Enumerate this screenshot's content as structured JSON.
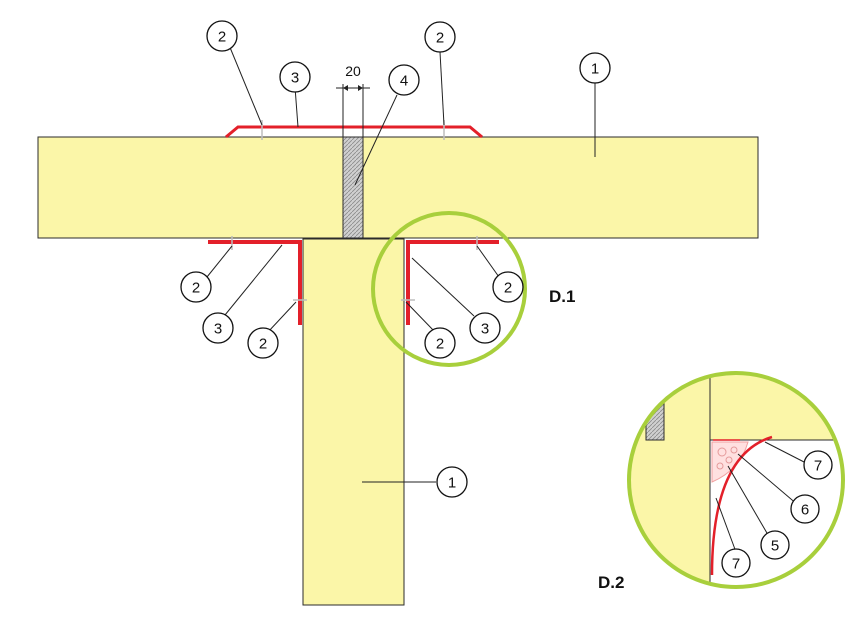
{
  "colors": {
    "panel_fill": "#fbf6a8",
    "outline": "#2b2b2b",
    "red_profile": "#e3202a",
    "gap_fill": "#c9c9c9",
    "highlight_ring": "#a8cf3c"
  },
  "dimension": {
    "value": "20"
  },
  "details": {
    "d1": "D.1",
    "d2": "D.2"
  },
  "callouts": {
    "top_left_2": "2",
    "top_3": "3",
    "top_4": "4",
    "top_right_2": "2",
    "top_far_1": "1",
    "left_2": "2",
    "left_3": "3",
    "left_lower_2": "2",
    "right_2": "2",
    "right_3": "3",
    "right_lower_2": "2",
    "column_1": "1",
    "zoom_7_top": "7",
    "zoom_6": "6",
    "zoom_5": "5",
    "zoom_7_bottom": "7"
  }
}
